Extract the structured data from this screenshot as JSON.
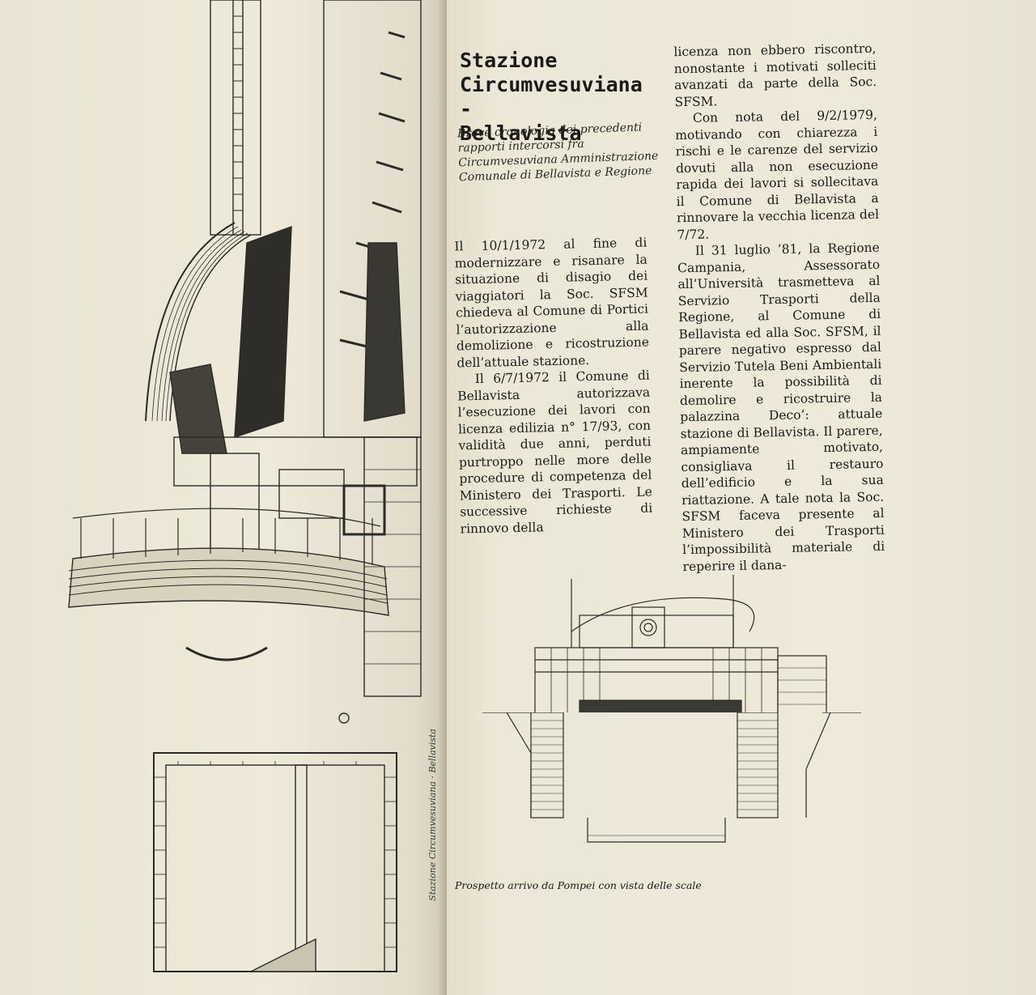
{
  "left_page": {
    "vertical_caption": "Stazione Circumvesuviana · Bellavista"
  },
  "right_page": {
    "title_lines": [
      "Stazione",
      "Circumvesuviana -",
      "Bellavista"
    ],
    "subtitle": "Breve cronologia dei precedenti rapporti intercorsi fra Circumvesuviana Amministrazione Comunale di Bellavista e Regione",
    "column1": {
      "p1": "Il 10/1/1972 al fine di modernizzare e risanare la situazione di disagio dei viaggiatori la Soc. SFSM chiedeva al Comune di Portici l’autorizzazione alla demolizione e ricostruzione dell’attuale stazione.",
      "p2": "Il 6/7/1972 il Comune di Bellavista autorizzava l’esecuzione dei lavori con licenza edilizia n° 17/93, con validità due anni, perduti purtroppo nelle more delle procedure di competenza del Ministero dei Trasporti. Le successive richieste di rinnovo della"
    },
    "column2": {
      "p1": "licenza non ebbero riscontro, nonostante i motivati solleciti avanzati da parte della Soc. SFSM.",
      "p2": "Con nota del 9/2/1979, motivando con chiarezza i rischi e le carenze del servizio dovuti alla non esecuzione rapida dei lavori si sollecitava il Comune di Bellavista a rinnovare la vecchia licenza del 7/72.",
      "p3": "Il 31 luglio ’81, la Regione Campania, Assessorato all’Università trasmetteva al Servizio Trasporti della Regione, al Comune di Bellavista ed alla Soc. SFSM, il parere negativo espresso dal Servizio Tutela Beni Ambientali inerente la possibilità di demolire e ricostruire la palazzina Deco’: attuale stazione di Bellavista. Il parere, ampiamente motivato, consigliava il restauro dell’edificio e la sua riattazione. A tale nota la Soc. SFSM faceva presente al Ministero dei Trasporti l’impossibilità materiale di reperire il dana-"
    },
    "figure_caption": "Prospetto arrivo da Pompei con vista delle scale"
  }
}
